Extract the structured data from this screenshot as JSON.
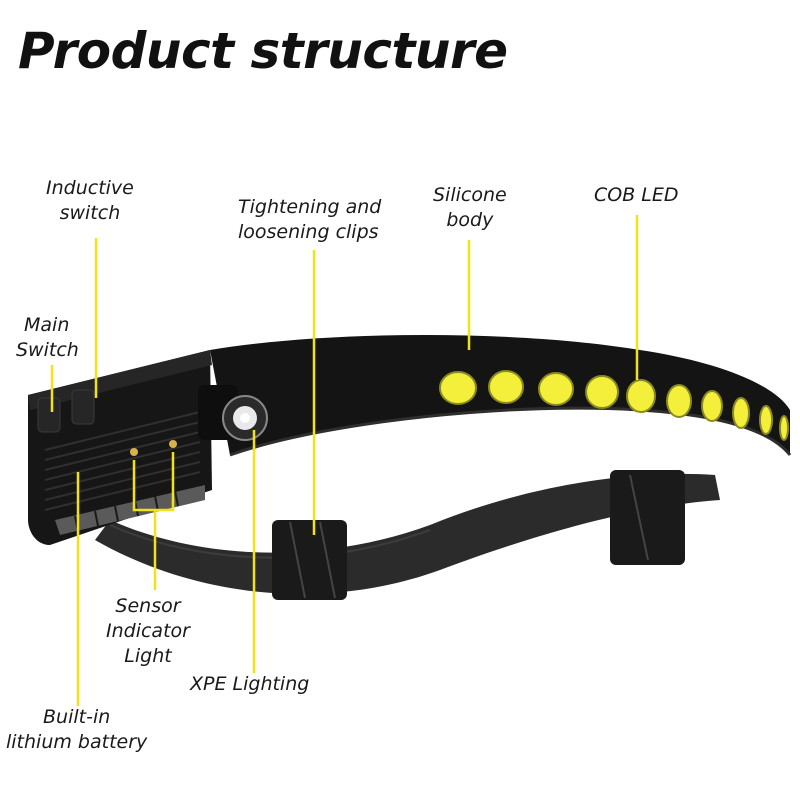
{
  "title": "Product structure",
  "colors": {
    "leader_line": "#f2e21a",
    "led_yellow": "#f3ef3a",
    "body": "#151515",
    "strap": "#2a2a2a"
  },
  "labels": {
    "inductive_switch": [
      "Inductive",
      "switch"
    ],
    "main_switch": [
      "Main",
      "Switch"
    ],
    "tightening_clips": [
      "Tightening and",
      "loosening clips"
    ],
    "silicone_body": [
      "Silicone",
      "body"
    ],
    "cob_led": [
      "COB LED"
    ],
    "sensor_indicator": [
      "Sensor",
      "Indicator",
      "Light"
    ],
    "xpe_lighting": [
      "XPE Lighting"
    ],
    "battery": [
      "Built-in",
      "lithium battery"
    ]
  },
  "icons": [
    "headlamp-product-illustration",
    "cob-led-dot",
    "xpe-led-icon"
  ]
}
